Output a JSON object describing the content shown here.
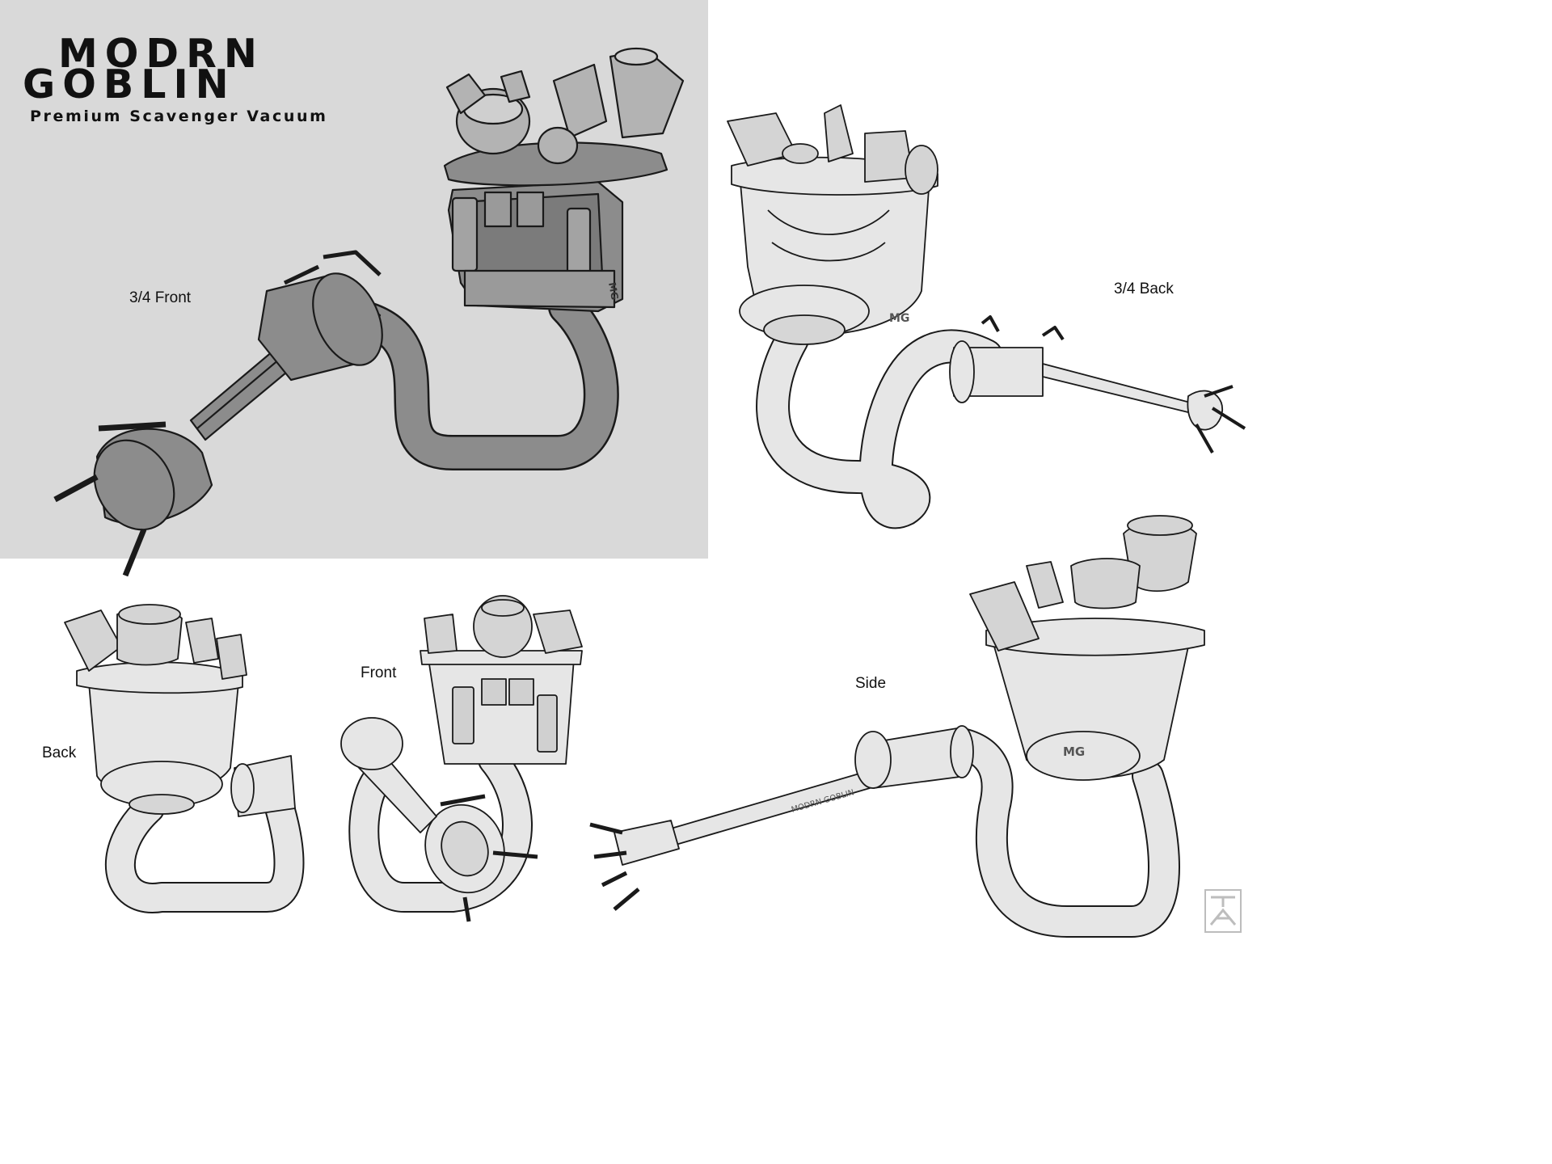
{
  "logo": {
    "line1": "MODRN",
    "line2": "GOBLIN",
    "tagline": "Premium Scavenger Vacuum"
  },
  "views": {
    "three_quarter_front": "3/4 Front",
    "three_quarter_back": "3/4 Back",
    "front": "Front",
    "back": "Back",
    "side": "Side"
  },
  "tank_badge": "MG",
  "tube_lettering": "MODRN GOBLIN",
  "colors": {
    "panel": "#d9d9d9",
    "front_fill": "#8c8c8c",
    "view_fill": "#e6e6e6",
    "outline": "#1a1a1a",
    "glass": "#c9c9c9"
  }
}
